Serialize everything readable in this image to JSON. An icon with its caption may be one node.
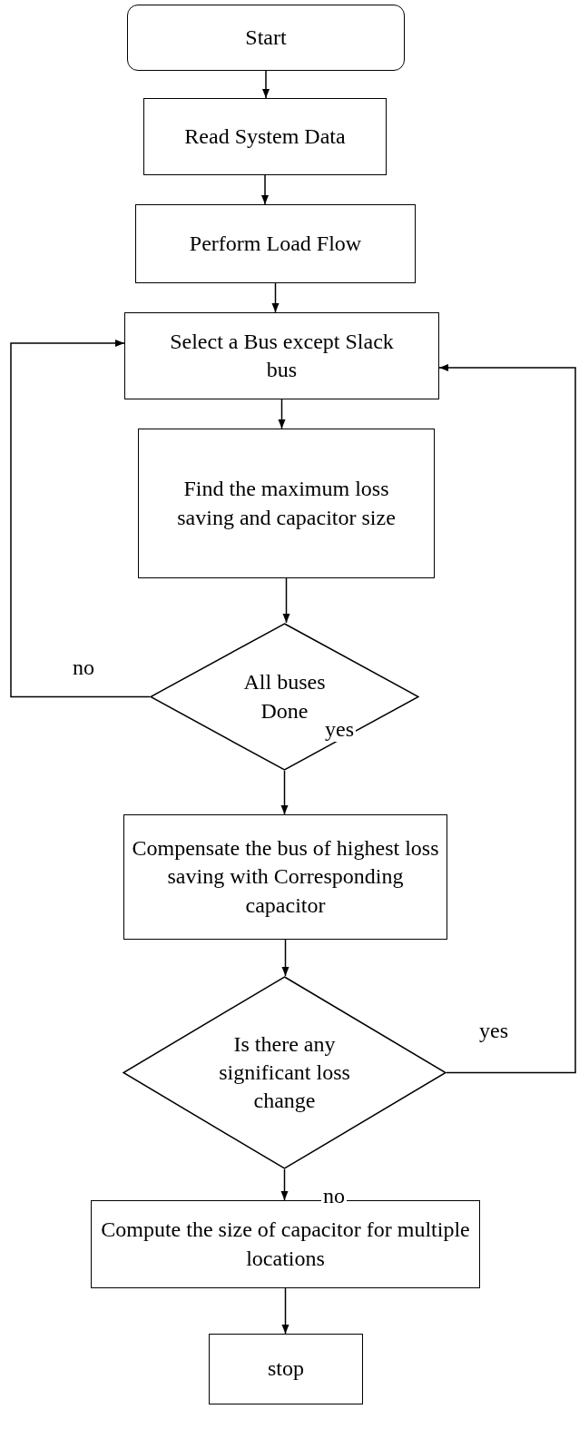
{
  "diagram": {
    "nodes": [
      {
        "text": [
          "Start"
        ]
      },
      {
        "text": [
          "Read System Data"
        ]
      },
      {
        "text": [
          "Perform Load Flow"
        ]
      },
      {
        "text": [
          "Select a Bus except Slack bus"
        ]
      },
      {
        "text": [
          "Find the maximum loss saving and capacitor size"
        ]
      },
      {
        "text": [
          "All buses Done"
        ]
      },
      {
        "text": [
          "Compensate the bus of highest loss saving with Corresponding capacitor"
        ]
      },
      {
        "text": [
          "Is there any significant loss change"
        ]
      },
      {
        "text": [
          "Compute the size of capacitor for multiple locations"
        ]
      },
      {
        "text": [
          "stop"
        ]
      }
    ],
    "edges": [
      {
        "from": 0,
        "to": 1,
        "arrow": "to"
      },
      {
        "from": 1,
        "to": 2,
        "arrow": "to"
      },
      {
        "from": 2,
        "to": 3,
        "arrow": "to"
      },
      {
        "from": 3,
        "to": 4,
        "arrow": "to"
      },
      {
        "from": 4,
        "to": 5,
        "arrow": "to"
      },
      {
        "from": 5,
        "to": 3,
        "arrow": "to",
        "label": "no"
      },
      {
        "from": 5,
        "to": 6,
        "arrow": "to",
        "label": "yes"
      },
      {
        "from": 6,
        "to": 7,
        "arrow": "to"
      },
      {
        "from": 7,
        "to": 3,
        "arrow": "to",
        "label": "yes"
      },
      {
        "from": 7,
        "to": 8,
        "arrow": "to",
        "label": "no"
      },
      {
        "from": 8,
        "to": 9,
        "arrow": "to"
      }
    ]
  }
}
